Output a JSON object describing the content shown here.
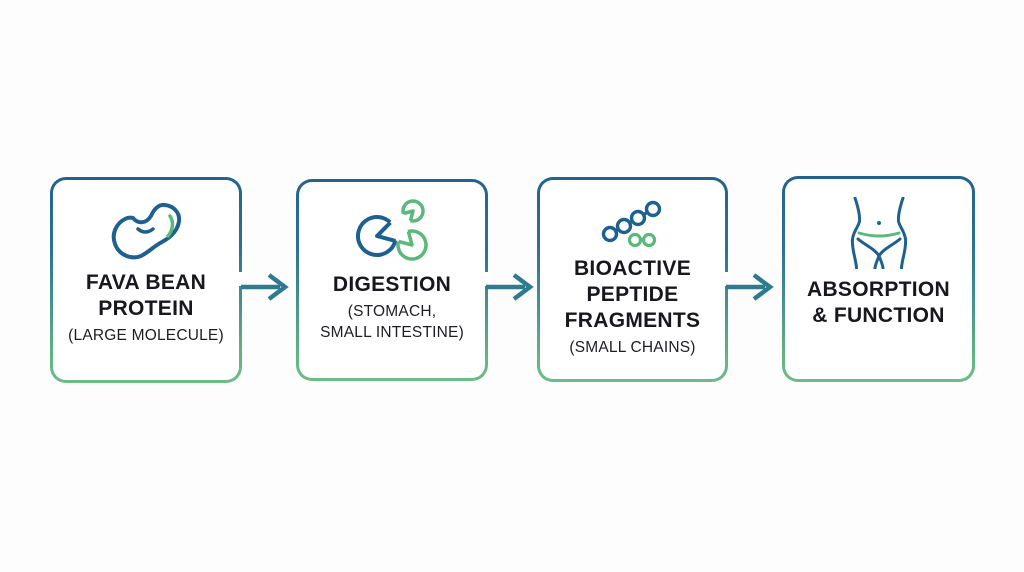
{
  "diagram_title": "",
  "steps": [
    {
      "title": "FAVA BEAN\nPROTEIN",
      "subtitle": "(LARGE MOLECULE)",
      "icon": "fava-bean-icon"
    },
    {
      "title": "DIGESTION",
      "subtitle": "(STOMACH,\nSMALL INTESTINE)",
      "icon": "digestion-enzymes-icon"
    },
    {
      "title": "BIOACTIVE\nPEPTIDE\nFRAGMENTS",
      "subtitle": "(SMALL CHAINS)",
      "icon": "peptide-chain-icon"
    },
    {
      "title": "ABSORPTION\n& FUNCTION",
      "subtitle": "",
      "icon": "body-waist-icon"
    }
  ],
  "colors": {
    "border_top_blue": "#24628e",
    "border_bottom_green": "#6cbc85",
    "icon_blue": "#1e6191",
    "icon_green": "#5cb87a",
    "arrow_teal": "#2e7b91",
    "text": "#17171d",
    "background": "#fdfdfd"
  }
}
